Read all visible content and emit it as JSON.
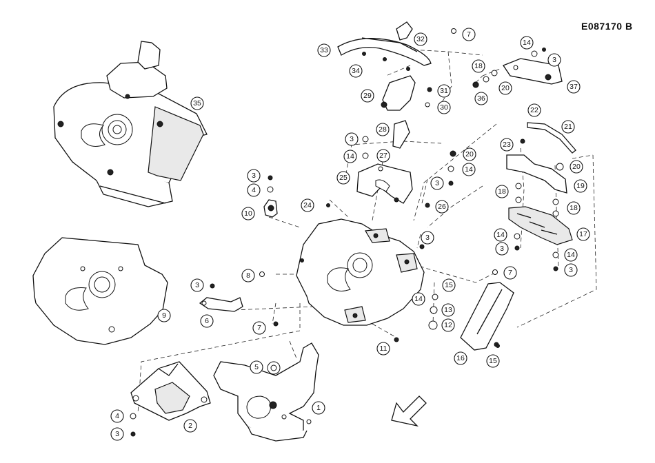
{
  "diagram": {
    "code": "E087170  B",
    "callouts": [
      "1",
      "2",
      "3",
      "4",
      "5",
      "6",
      "7",
      "8",
      "9",
      "10",
      "11",
      "12",
      "13",
      "14",
      "15",
      "16",
      "17",
      "18",
      "19",
      "20",
      "21",
      "22",
      "23",
      "24",
      "25",
      "26",
      "27",
      "28",
      "29",
      "30",
      "31",
      "32",
      "33",
      "34",
      "35",
      "36",
      "37"
    ]
  }
}
